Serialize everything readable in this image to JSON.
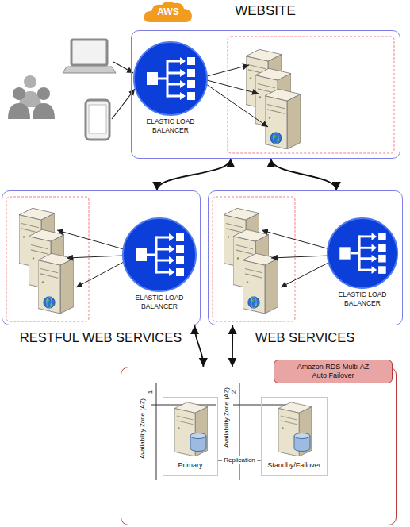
{
  "diagram": {
    "nodes": [
      {
        "text": [
          "AWS"
        ]
      },
      {
        "text": [
          "WEBSITE"
        ]
      },
      {
        "text": [
          "ELASTIC LOAD BALANCER"
        ],
        "in": 1
      },
      {
        "text": [
          "RESTFUL WEB SERVICES"
        ]
      },
      {
        "text": [
          "ELASTIC LOAD BALANCER"
        ],
        "in": 3
      },
      {
        "text": [
          "WEB SERVICES"
        ]
      },
      {
        "text": [
          "ELASTIC LOAD BALANCER"
        ],
        "in": 5
      },
      {
        "text": [
          "Amazon RDS Multi-AZ Auto Failover"
        ]
      },
      {
        "text": [
          "Primary"
        ],
        "in": 7
      },
      {
        "text": [
          "Standby/Failover"
        ],
        "in": 7
      }
    ],
    "edges": [
      {
        "from": 1,
        "to": 3,
        "arrow": "both"
      },
      {
        "from": 1,
        "to": 5,
        "arrow": "both"
      },
      {
        "from": 3,
        "to": 7,
        "arrow": "both"
      },
      {
        "from": 5,
        "to": 7,
        "arrow": "both"
      },
      {
        "from": 8,
        "to": 9,
        "label": "Replication",
        "arrow": "none"
      }
    ],
    "labels": [
      "Availability Zone (AZ)",
      "1",
      "Availability Zone (AZ)",
      "2"
    ]
  }
}
